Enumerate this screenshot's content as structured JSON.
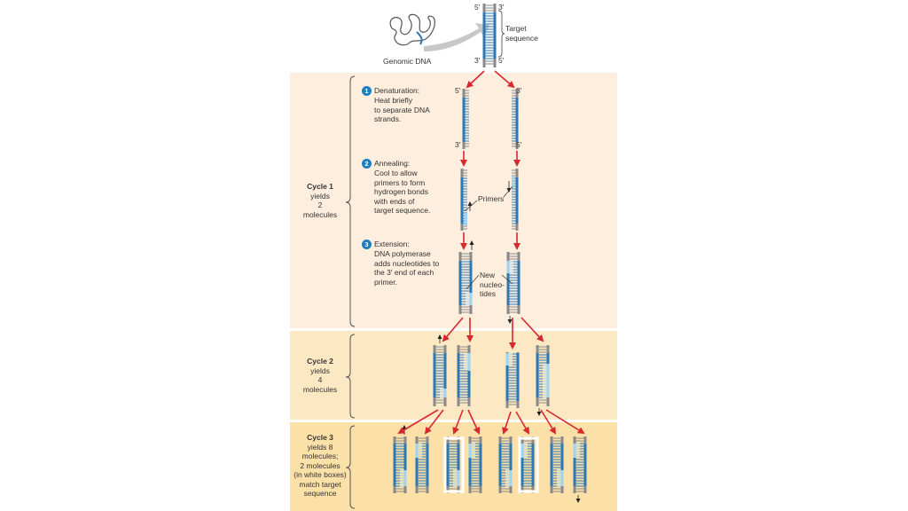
{
  "top": {
    "genomic_label": "Genomic DNA",
    "end_5": "5′",
    "end_3": "3′",
    "target_label_line1": "Target",
    "target_label_line2": "sequence"
  },
  "cycle1": {
    "title": "Cycle 1",
    "line2": "yields",
    "line3": "2",
    "line4": "molecules",
    "step1": {
      "num": "1",
      "lines": [
        "Denaturation:",
        "Heat briefly",
        "to separate DNA",
        "strands."
      ]
    },
    "step2": {
      "num": "2",
      "lines": [
        "Annealing:",
        "Cool to allow",
        "primers to form",
        "hydrogen bonds",
        "with ends of",
        "target sequence."
      ]
    },
    "step3": {
      "num": "3",
      "lines": [
        "Extension:",
        "DNA polymerase",
        "adds nucleotides to",
        "the 3′ end of each",
        "primer."
      ]
    },
    "primers_label": "Primers",
    "new_nuc_lines": [
      "New",
      "nucleo-",
      "tides"
    ]
  },
  "cycle2": {
    "title": "Cycle 2",
    "line2": "yields",
    "line3": "4",
    "line4": "molecules"
  },
  "cycle3": {
    "title": "Cycle 3",
    "lines": [
      "yields 8",
      "molecules;",
      "2 molecules",
      "(in white boxes)",
      "match target",
      "sequence"
    ]
  },
  "colors": {
    "panel1": "#fdeedd",
    "panel2": "#fce9c4",
    "panel3": "#fbe0a8",
    "strand_blue": "#2e78b4",
    "primer_light": "#9fd3ef",
    "strand_gray": "#8a8a8a",
    "arrow_red": "#d7282f",
    "step_blue": "#1a7fc1"
  }
}
